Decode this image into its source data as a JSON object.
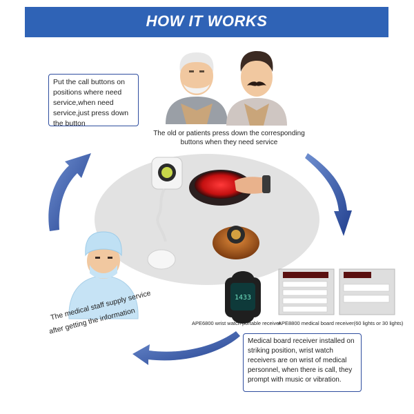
{
  "banner": {
    "title": "HOW IT WORKS"
  },
  "steps": {
    "place_buttons": "Put the call buttons on positions where need service,when need service,just press down the button",
    "patients_press": "The old or patients press down the corresponding buttons when they need service",
    "receiver_info": "Medical board receiver installed on striking position, wrist watch receivers are on wrist of medical personnel, when there is call, they prompt with music or vibration.",
    "staff_line1": "The medical staff supply service",
    "staff_line2": "after getting the information"
  },
  "products": {
    "watch_caption": "APE6800 wrist watch portable receiver",
    "board_caption": "APE8800 medical board receiver(60 lights or 30 lights)",
    "watch_display": "1433"
  },
  "colors": {
    "banner": "#2f63b6",
    "arrow": "#2d4f9f",
    "ellipse": "#e2e2e2",
    "box_border": "#2d4c9e"
  },
  "icons": [
    "elderly-man-icon",
    "mustache-man-icon",
    "nurse-icon",
    "call-button-icon",
    "watch-receiver-icon",
    "board-receiver-icon"
  ]
}
